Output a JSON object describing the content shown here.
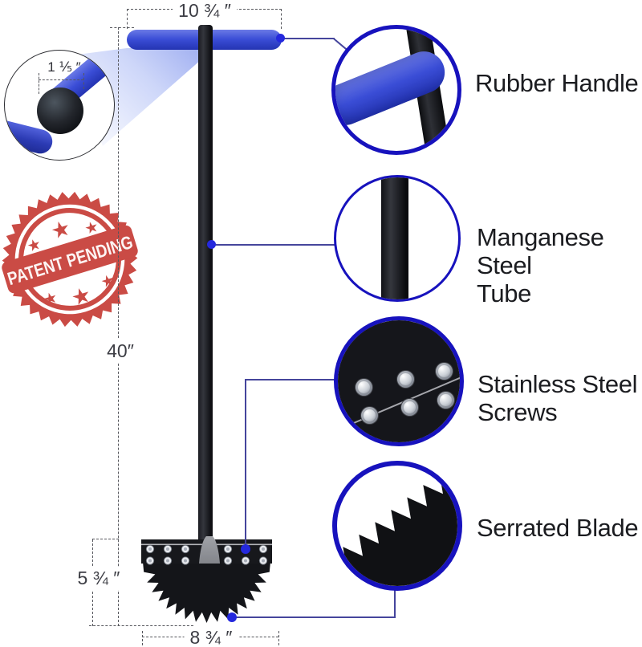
{
  "dimensions": {
    "handle_width": "10 ¾ ″",
    "grip_diameter": "1 ⅕ ″",
    "shaft_length": "40″",
    "blade_height": "5 ¾ ″",
    "blade_width": "8 ¾ ″"
  },
  "callouts": [
    {
      "line1": "Rubber Handle",
      "line2": ""
    },
    {
      "line1": "Manganese Steel",
      "line2": "Tube"
    },
    {
      "line1": "Stainless Steel",
      "line2": "Screws"
    },
    {
      "line1": "Serrated Blade",
      "line2": ""
    }
  ],
  "stamp": {
    "text": "PATENT PENDING"
  },
  "colors": {
    "handle-blue": "#3a4ad2",
    "steel-black": "#17181c",
    "callout-border": "#1712bd",
    "connector-line": "#45459c",
    "marker-dot": "#2428dd",
    "stamp-red": "#c8423c",
    "dimension-gray": "#55565c",
    "label-black": "#1b1c20"
  }
}
